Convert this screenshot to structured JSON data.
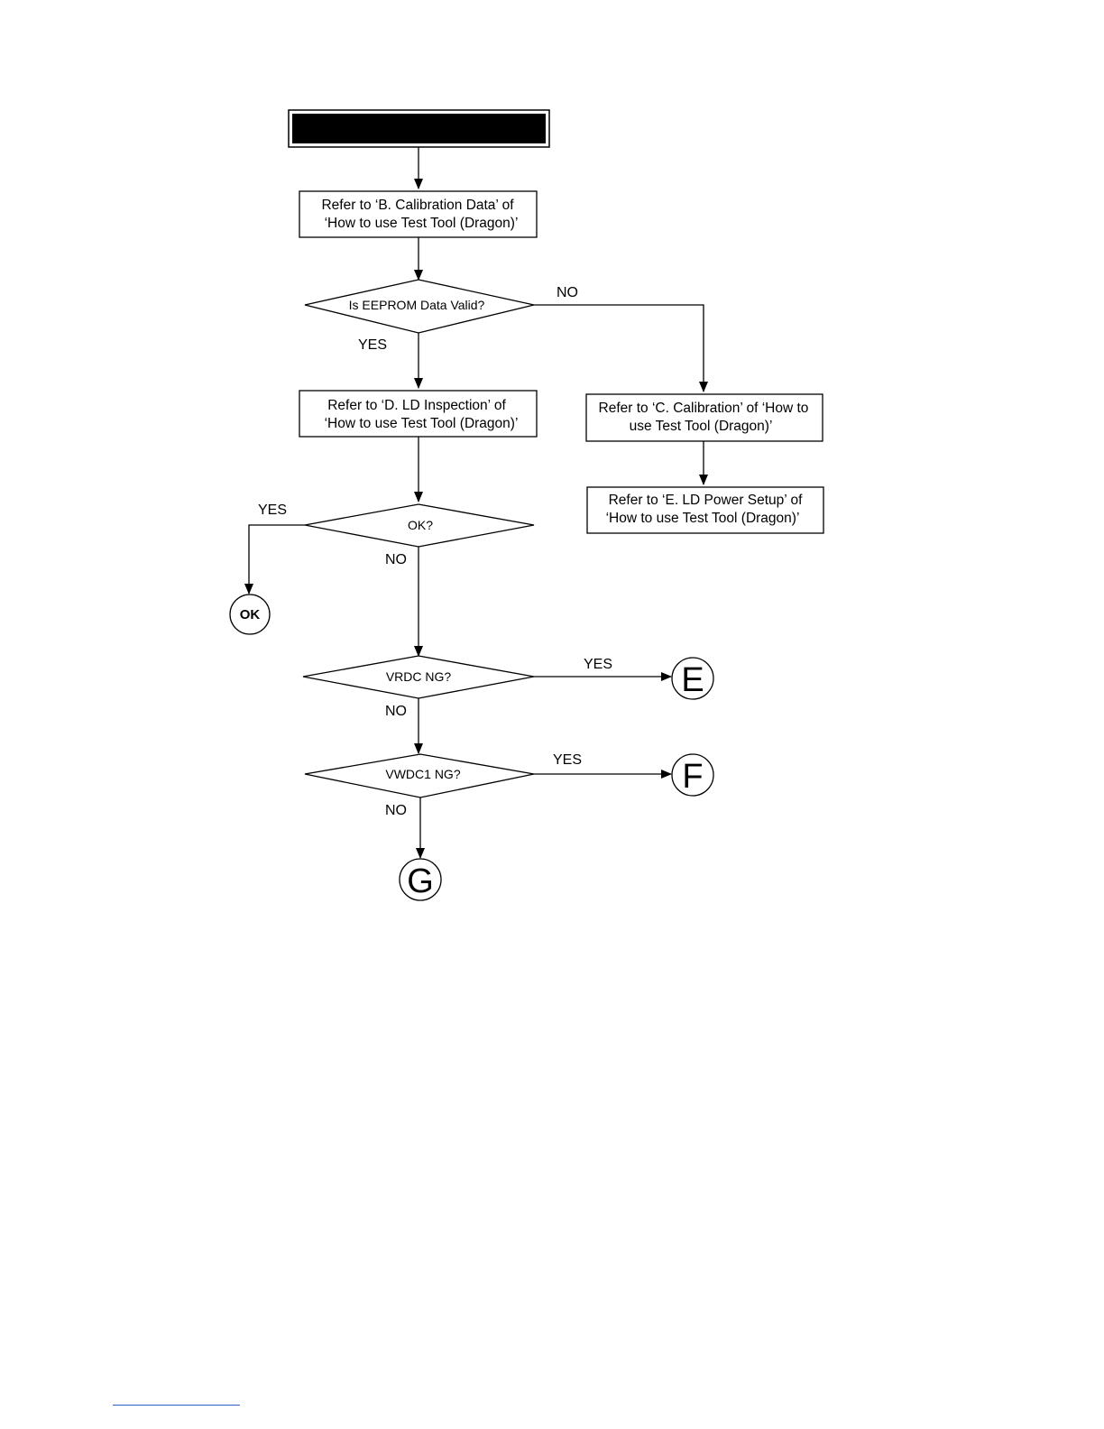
{
  "flowchart": {
    "header_title": "",
    "steps": {
      "refer_b": [
        "Refer to ‘B. Calibration Data’ of",
        "‘How to use Test Tool (Dragon)’"
      ],
      "refer_d": [
        "Refer to ‘D. LD Inspection’ of",
        "‘How to use Test Tool (Dragon)’"
      ],
      "refer_c": [
        "Refer to ‘C. Calibration’ of ‘How to",
        "use Test Tool (Dragon)’"
      ],
      "refer_e": [
        "Refer to ‘E. LD Power Setup’ of",
        "‘How to use Test Tool (Dragon)’"
      ]
    },
    "decisions": {
      "eeprom": "Is EEPROM Data Valid?",
      "ok": "OK?",
      "vrdc": "VRDC NG?",
      "vwdc1": "VWDC1 NG?"
    },
    "edge_labels": {
      "eeprom_no": "NO",
      "eeprom_yes": "YES",
      "ok_yes": "YES",
      "ok_no": "NO",
      "vrdc_yes": "YES",
      "vrdc_no": "NO",
      "vwdc1_yes": "YES",
      "vwdc1_no": "NO"
    },
    "terminals": {
      "ok": "OK",
      "e": "E",
      "f": "F",
      "g": "G"
    }
  },
  "colors": {
    "line": "#000000",
    "header_fill": "#000000",
    "footer_rule": "#2f5fc4"
  }
}
